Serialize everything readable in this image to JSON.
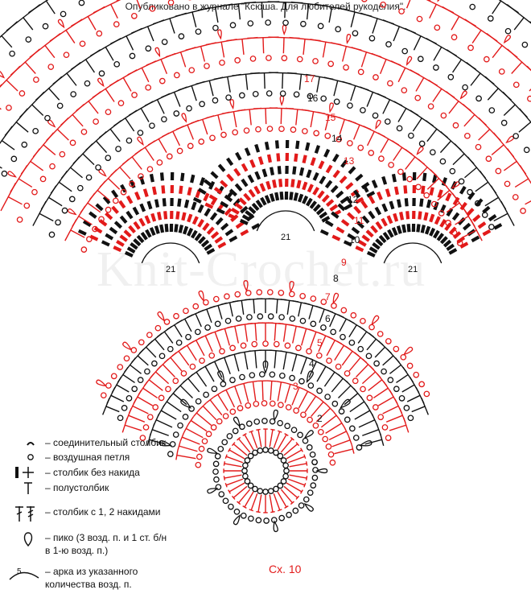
{
  "header": {
    "text": "Опубликовано в журнале \"Ксюша. Для любителей рукоделия\"."
  },
  "watermark": {
    "text": "Knit-Crochet.ru"
  },
  "caption": {
    "text": "Сх. 10"
  },
  "colors": {
    "red": "#e21a1a",
    "black": "#111111"
  },
  "row_numbers": [
    "2",
    "3",
    "4",
    "5",
    "6",
    "7",
    "8",
    "9",
    "10",
    "11",
    "12",
    "13",
    "14",
    "15",
    "16",
    "17"
  ],
  "arc_labels": {
    "left": "21",
    "center": "21",
    "right": "21"
  },
  "legend": [
    {
      "icon": "slip-stitch-icon",
      "text": "– соединительный столбик"
    },
    {
      "icon": "chain-stitch-icon",
      "text": "– воздушная петля"
    },
    {
      "icon": "single-crochet-icon",
      "text": "– столбик без накида"
    },
    {
      "icon": "half-double-crochet-icon",
      "text": "– полустолбик"
    },
    {
      "icon": "double-treble-crochet-icon",
      "text": "– столбик с 1, 2 накидами"
    },
    {
      "icon": "picot-icon",
      "text": "– пико (3 возд. п. и 1 ст. б/н\nв 1-ю возд. п.)"
    },
    {
      "icon": "arch-icon",
      "arch_count": "5",
      "text": "– арка из указанного\nколичества возд. п."
    }
  ]
}
